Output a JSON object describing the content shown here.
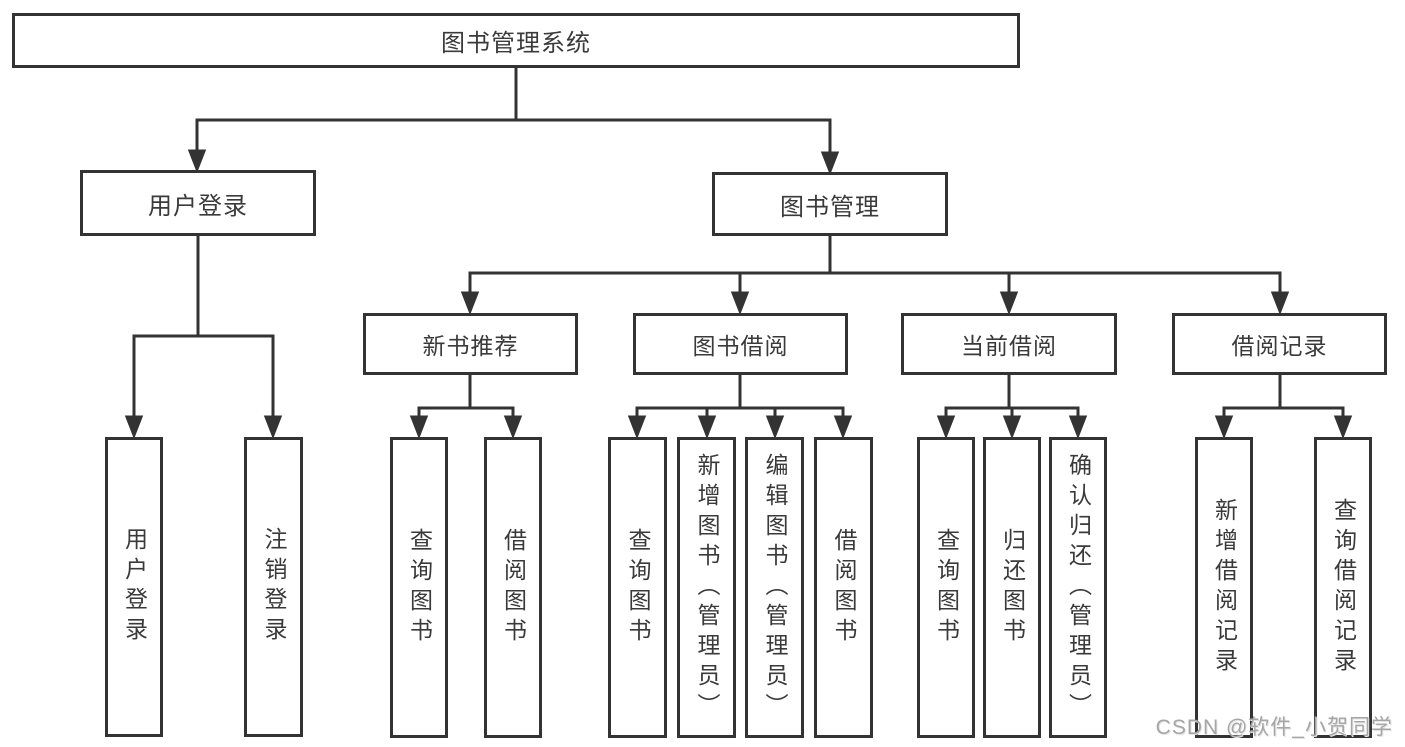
{
  "diagram": {
    "watermark": "CSDN @软件_小贺同学",
    "colors": {
      "line": "#333333",
      "box_border": "#333333",
      "text": "#3a3a3a",
      "background": "#ffffff",
      "watermark": "#a6a6a6"
    },
    "nodes": {
      "root": "图书管理系统",
      "user_login": "用户登录",
      "book_mgmt": "图书管理",
      "new_book_rec": "新书推荐",
      "book_borrow": "图书借阅",
      "current_borrow": "当前借阅",
      "borrow_record": "借阅记录",
      "user_login_child_1": "用户登录",
      "user_login_child_2": "注销登录",
      "new_book_rec_child_1": "查询图书",
      "new_book_rec_child_2": "借阅图书",
      "book_borrow_child_1": "查询图书",
      "book_borrow_child_2": "新增图书（管理员）",
      "book_borrow_child_3": "编辑图书（管理员）",
      "book_borrow_child_4": "借阅图书",
      "current_borrow_child_1": "查询图书",
      "current_borrow_child_2": "归还图书",
      "current_borrow_child_3": "确认归还（管理员）",
      "borrow_record_child_1": "新增借阅记录",
      "borrow_record_child_2": "查询借阅记录"
    },
    "tree": {
      "root": "图书管理系统",
      "children": [
        {
          "label": "用户登录",
          "children": [
            "用户登录",
            "注销登录"
          ]
        },
        {
          "label": "图书管理",
          "children": [
            {
              "label": "新书推荐",
              "children": [
                "查询图书",
                "借阅图书"
              ]
            },
            {
              "label": "图书借阅",
              "children": [
                "查询图书",
                "新增图书（管理员）",
                "编辑图书（管理员）",
                "借阅图书"
              ]
            },
            {
              "label": "当前借阅",
              "children": [
                "查询图书",
                "归还图书",
                "确认归还（管理员）"
              ]
            },
            {
              "label": "借阅记录",
              "children": [
                "新增借阅记录",
                "查询借阅记录"
              ]
            }
          ]
        }
      ]
    }
  }
}
